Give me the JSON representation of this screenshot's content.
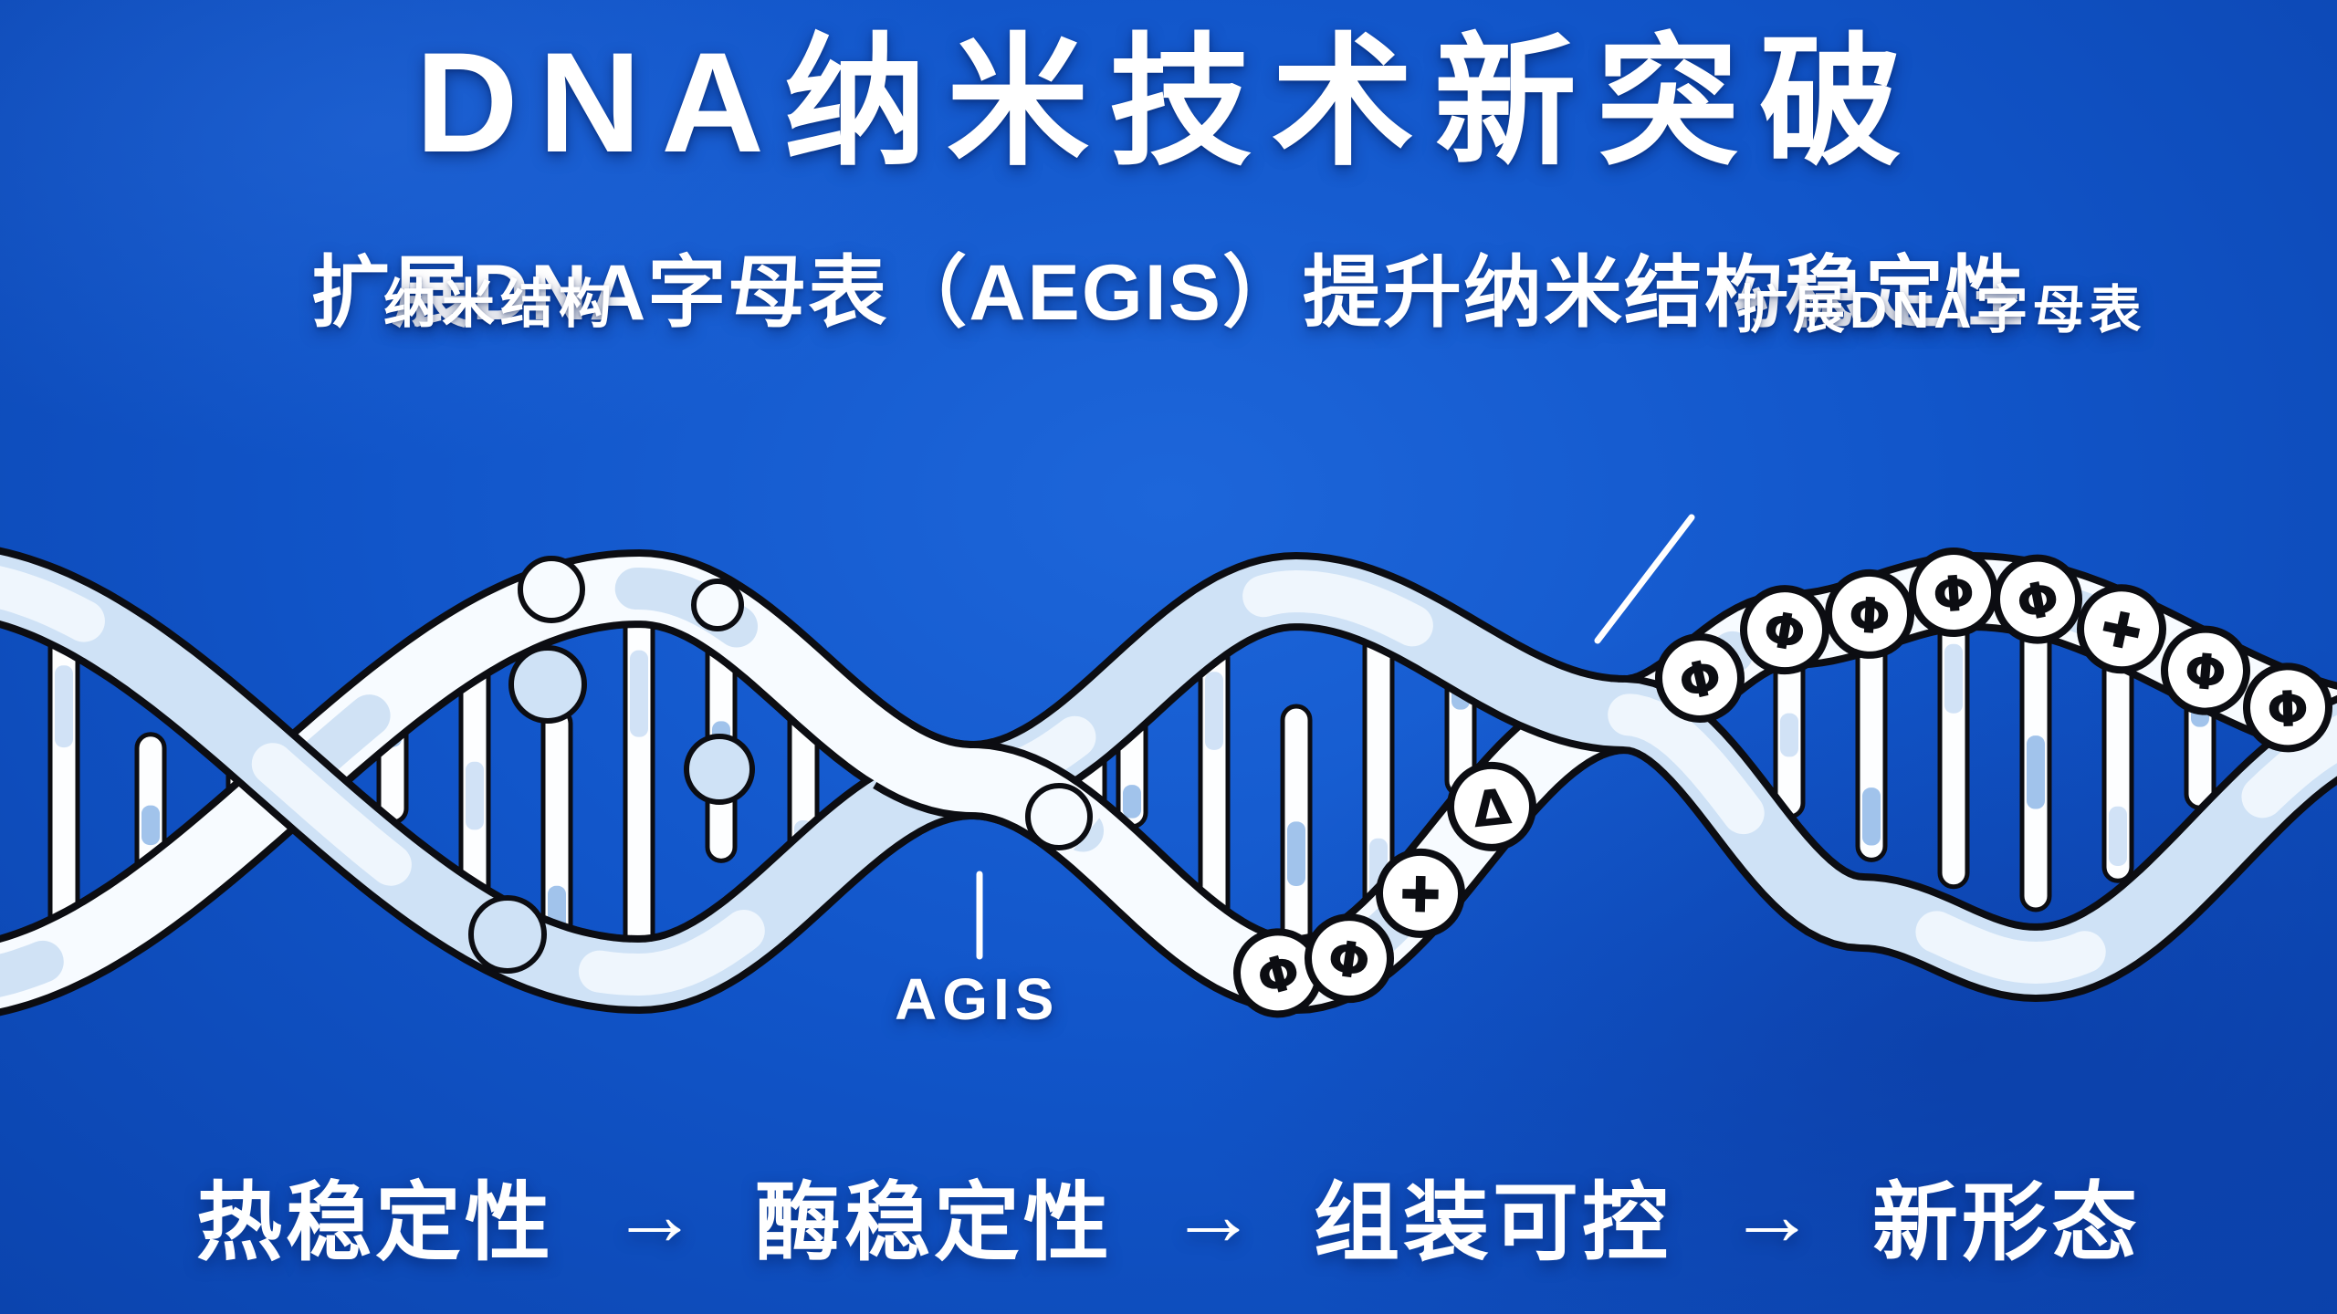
{
  "title": "DNA纳米技术新突破",
  "subtitle": "扩展DNA字母表（AEGIS）提升纳米结构稳定性",
  "labels": {
    "nanostructure": "纳米结构",
    "expanded_alphabet": "扩展DNA字母表",
    "agis": "AGIS"
  },
  "flow": {
    "steps": [
      "热稳定性",
      "酶稳定性",
      "组装可控",
      "新形态"
    ],
    "arrow": "→"
  },
  "diagram": {
    "bead_symbols": [
      "Φ",
      "Φ",
      "✚",
      "Δ",
      "Φ",
      "Φ",
      "Φ",
      "Φ",
      "Φ",
      "✚",
      "Φ",
      "Φ"
    ]
  },
  "colors": {
    "background": "#1155c9",
    "background_light": "#1d66da",
    "background_dark": "#0b44ae",
    "outline": "#0c0d12",
    "strand_white": "#f7fbff",
    "strand_blue": "#cfe2f6",
    "strand_patch_light": "#f2f8fe",
    "strand_patch_blue": "#c6dcf3",
    "rung_fill": "#fdfeff",
    "rung_blue": "#9cc0ea",
    "rung_blue_light": "#cfe0f5",
    "node_blue": "#cfe2f6",
    "bead_fill": "#ffffff",
    "text": "#ffffff"
  }
}
